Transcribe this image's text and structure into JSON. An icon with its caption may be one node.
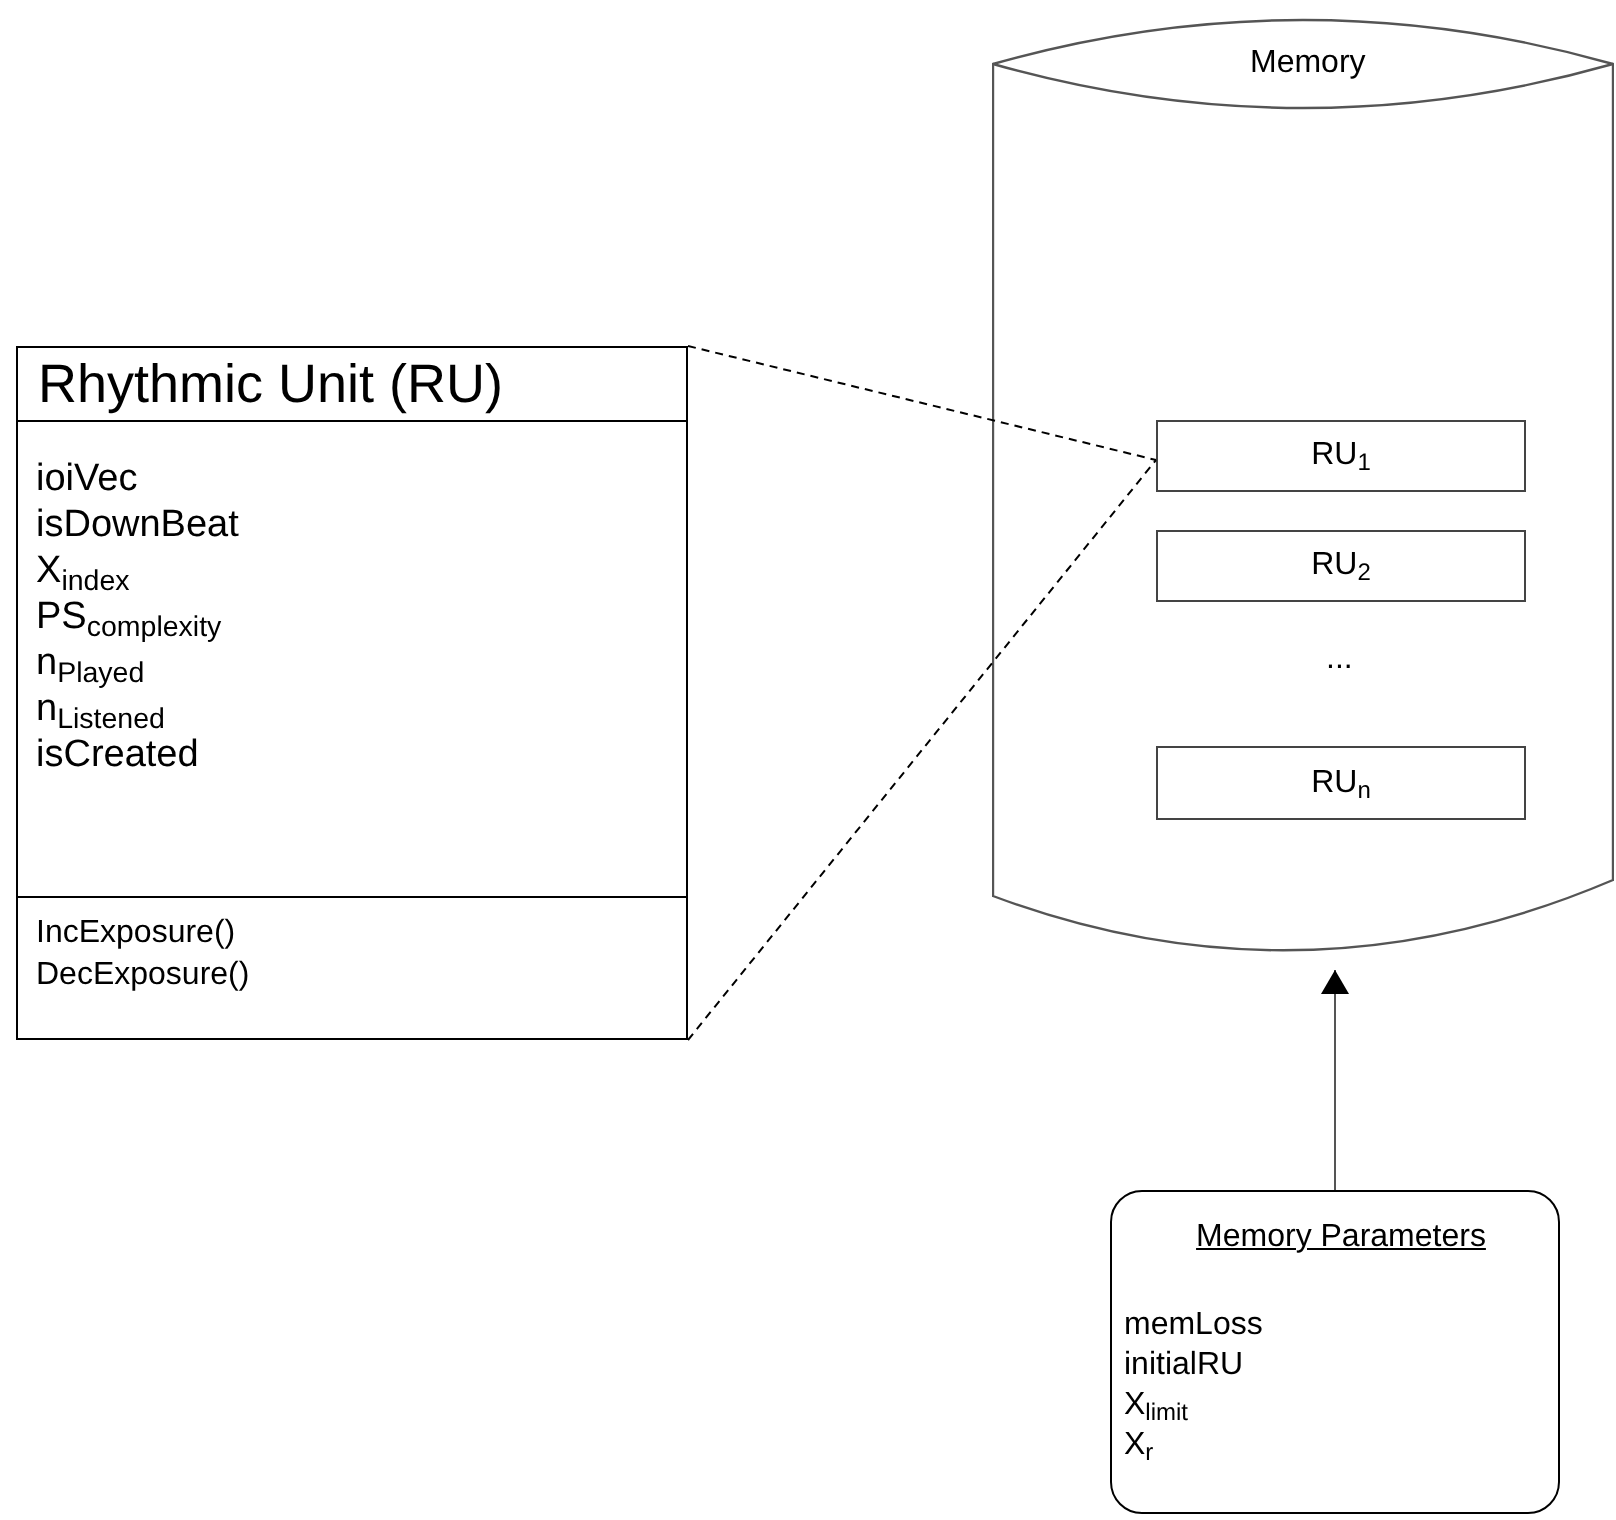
{
  "diagram": {
    "nodes": [
      {
        "text": [
          "Rhythmic Unit (RU)"
        ]
      },
      {
        "text": [
          "ioiVec",
          "isDownBeat",
          "X$_{index}$",
          "PS$_{complexity}$",
          "n$_{Played}$",
          "n$_{Listened}$",
          "isCreated"
        ],
        "in": 0
      },
      {
        "text": [
          "IncExposure()",
          "DecExposure()"
        ],
        "in": 0
      },
      {
        "text": [
          "Memory"
        ]
      },
      {
        "text": [
          "RU$_{1}$"
        ],
        "in": 3
      },
      {
        "text": [
          "RU$_{2}$"
        ],
        "in": 3
      },
      {
        "text": [
          "RU$_{n}$"
        ],
        "in": 3
      },
      {
        "text": [
          "Memory Parameters",
          "memLoss",
          "initialRU",
          "X$_{limit}$",
          "X$_{r}$"
        ]
      }
    ],
    "edges": [
      {
        "from": 0,
        "to": 4,
        "arrow": "none",
        "style": "dashed"
      },
      {
        "from": 0,
        "to": 4,
        "arrow": "none",
        "style": "dashed"
      },
      {
        "from": 7,
        "to": 3,
        "arrow": "to"
      }
    ],
    "labels": [
      "..."
    ]
  }
}
